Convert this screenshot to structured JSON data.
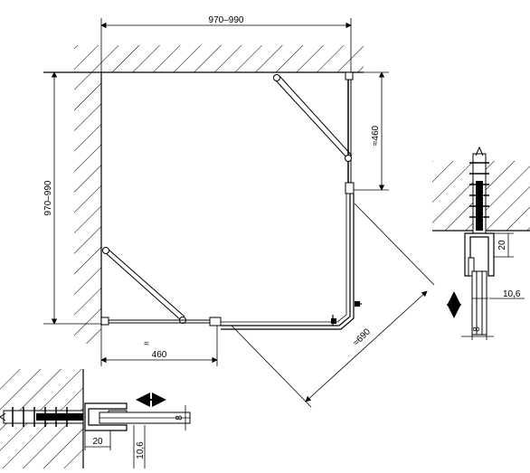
{
  "drawing": {
    "dim_top_width": "970–990",
    "dim_left_height": "970–990",
    "dim_right_upper": "≈460",
    "dim_bottom_lower": "460",
    "approx_mark": "≈",
    "dim_diagonal": "≈690"
  },
  "detail_right": {
    "dim_20": "20",
    "dim_10_6": "10,6",
    "dim_8": "8"
  },
  "detail_bottom": {
    "dim_8": "8",
    "dim_20": "20",
    "dim_10_6": "10,6"
  },
  "colors": {
    "line": "#000000",
    "background": "#ffffff"
  }
}
